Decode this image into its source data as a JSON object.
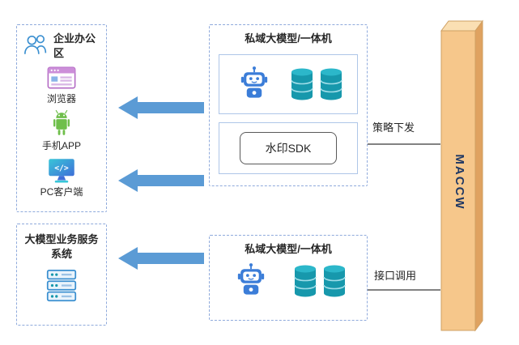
{
  "office": {
    "title": "企业办公区",
    "browser_label": "浏览器",
    "app_label": "手机APP",
    "pc_label": "PC客户端"
  },
  "service": {
    "title": "大模型业务服务系统"
  },
  "model_top": {
    "title": "私域大模型/一体机",
    "sdk_label": "水印SDK"
  },
  "model_bottom": {
    "title": "私域大模型/一体机"
  },
  "bar": {
    "label": "MACCW"
  },
  "connectors": {
    "policy_label": "策略下发",
    "api_label": "接口调用"
  },
  "icons": {
    "pc_glyph": "</>"
  },
  "colors": {
    "flow_arrow": "#5b9bd5",
    "dashed_border": "#8faadc",
    "bar_face": "#f6c78b",
    "bar_top": "#fadfb3",
    "bar_side": "#dfa260",
    "database": "#1798ac",
    "robot": "#3b7dd8",
    "maccw_text": "#1f3864"
  }
}
